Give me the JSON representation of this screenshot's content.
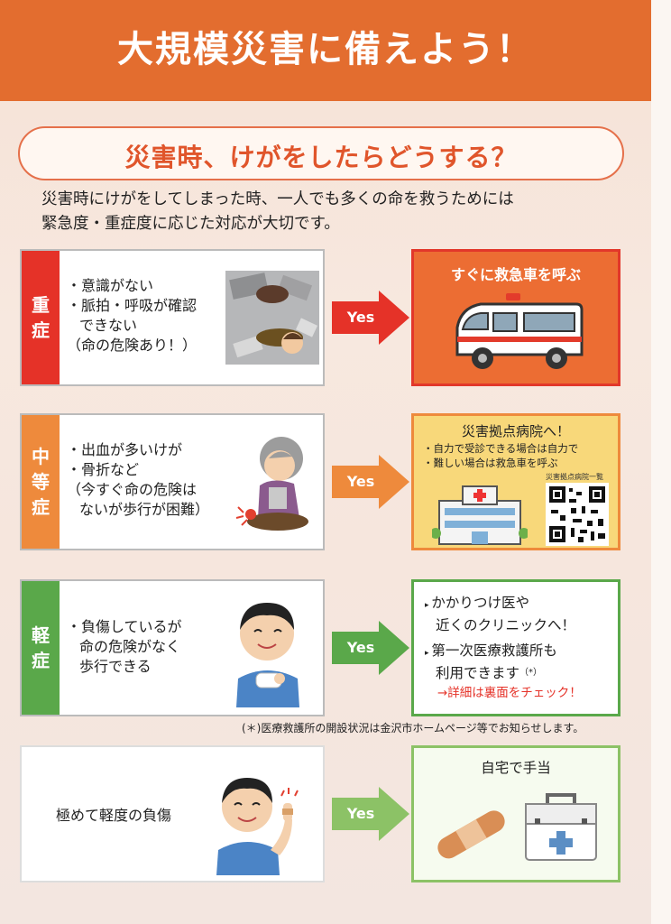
{
  "header": {
    "title": "大規模災害に備えよう！"
  },
  "subtitle": "災害時、けがをしたらどうする？",
  "intro": {
    "line1": "災害時にけがをしてしまった時、一人でも多くの命を救うためには",
    "line2": "緊急度・重症度に応じた対応が大切です。"
  },
  "rows": [
    {
      "tab_chars": [
        "重",
        "症"
      ],
      "items": [
        "・意識がない",
        "・脈拍・呼吸が確認",
        "できない",
        "（命の危険あり！）"
      ],
      "yes": "Yes",
      "action_title": "すぐに救急車を呼ぶ"
    },
    {
      "tab_chars": [
        "中",
        "等",
        "症"
      ],
      "items": [
        "・出血が多いけが",
        "・骨折など",
        "（今すぐ命の危険は",
        "ないが歩行が困難）"
      ],
      "yes": "Yes",
      "action_title": "災害拠点病院へ！",
      "action_items": [
        "・自力で受診できる場合は自力で",
        "・難しい場合は救急車を呼ぶ"
      ],
      "qr_caption": "災害拠点病院一覧"
    },
    {
      "tab_chars": [
        "軽",
        "症"
      ],
      "items": [
        "・負傷しているが",
        "命の危険がなく",
        "歩行できる"
      ],
      "yes": "Yes",
      "action_items": [
        "かかりつけ医や",
        "近くのクリニックへ！",
        "第一次医療救護所も",
        "利用できます",
        "（*）",
        "→詳細は裏面をチェック！"
      ]
    },
    {
      "items": [
        "極めて軽度の負傷"
      ],
      "yes": "Yes",
      "action_title": "自宅で手当"
    }
  ],
  "footnote": "(＊)医療救護所の開設状況は金沢市ホームページ等でお知らせします。",
  "colors": {
    "header": "#e36d2f",
    "severe": "#e53228",
    "moderate": "#ee8a3c",
    "mild": "#5aa84a",
    "minor_arrow": "#8cc266"
  }
}
